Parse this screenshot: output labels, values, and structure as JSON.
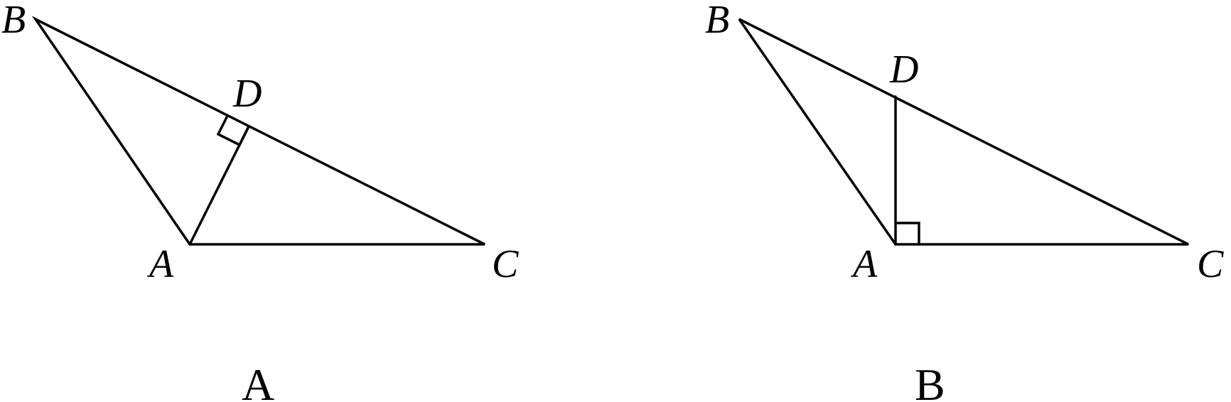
{
  "figures": [
    {
      "caption": "A",
      "points": {
        "A": "A",
        "B": "B",
        "C": "C",
        "D": "D"
      },
      "description": "Triangle ABC with AD perpendicular to BC, right-angle mark at D"
    },
    {
      "caption": "B",
      "points": {
        "A": "A",
        "B": "B",
        "C": "C",
        "D": "D"
      },
      "description": "Triangle ABC with AD perpendicular to AC, right-angle mark at A"
    }
  ],
  "colors": {
    "stroke": "#000000",
    "background": "#ffffff"
  }
}
